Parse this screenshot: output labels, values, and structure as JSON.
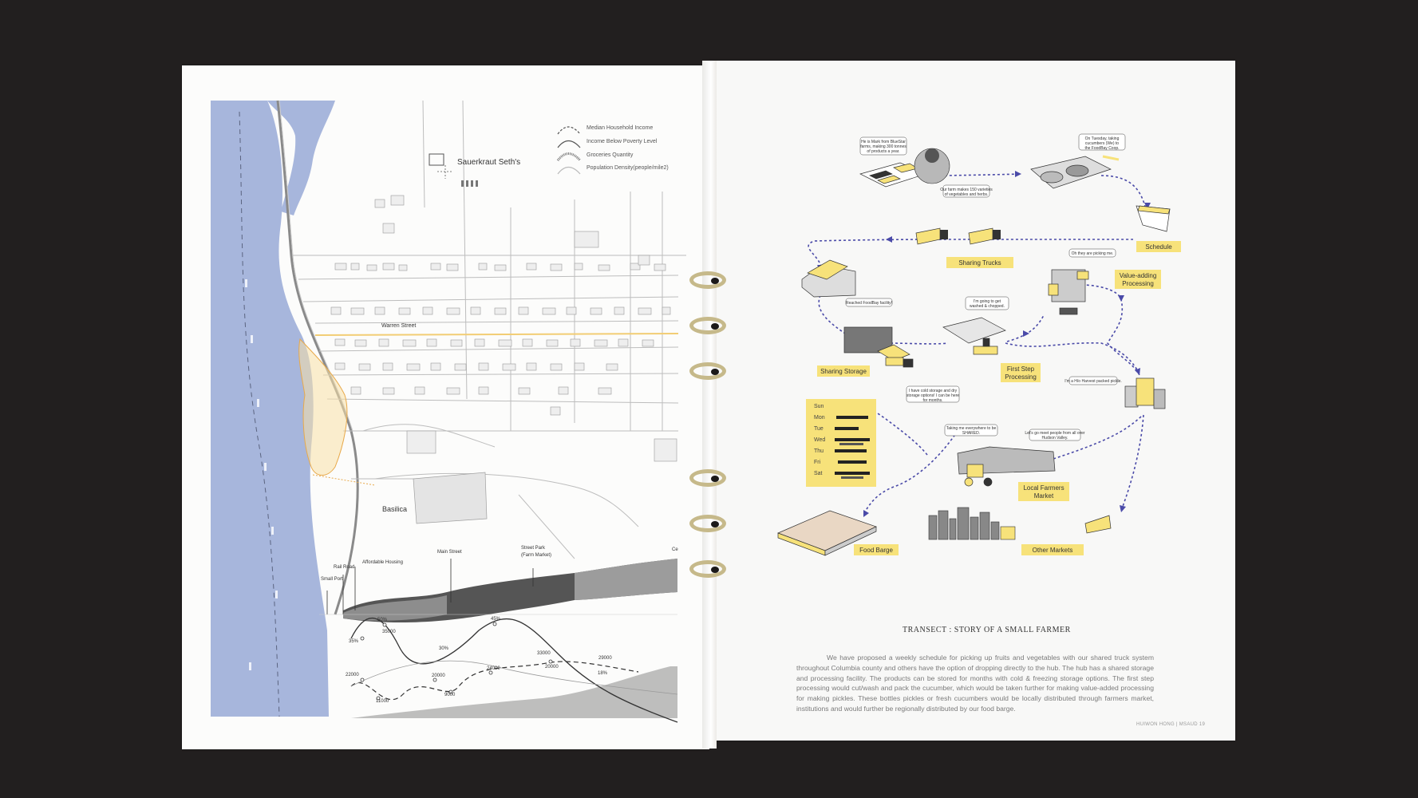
{
  "map": {
    "legend": [
      {
        "label": "Median Household Income",
        "icon": "dashed-arc-icon"
      },
      {
        "label": "Income Below Poverty Level",
        "icon": "solid-arc-icon"
      },
      {
        "label": "Groceries Quantity",
        "icon": "hatched-arc-icon"
      },
      {
        "label": "Population Density(people/mile2)",
        "icon": "light-arc-icon"
      }
    ],
    "places": {
      "sauerkraut": "Sauerkraut Seth's",
      "warren": "Warren Street",
      "basilica": "Basilica"
    },
    "transect_labels": {
      "small_port": "Small Port",
      "rail_road": "Rail Road",
      "affordable_housing": "Affordable Housing",
      "main_street": "Main Street",
      "street_park": "Street Park",
      "farm_market": "(Farm Market)",
      "cut": "Ce"
    },
    "graph_labels": {
      "p35": "35%",
      "p50": "50%",
      "p30": "30%",
      "p45": "45%",
      "p18": "18%",
      "v35000": "35000",
      "v22000": "22000",
      "v11000": "11000",
      "v20000": "20000",
      "v9000": "9000",
      "v24000": "24000",
      "v33000": "33000",
      "v29000": "29000",
      "v20000b": "20000"
    }
  },
  "story": {
    "nodes": {
      "schedule": "Schedule",
      "sharing_trucks": "Sharing Trucks",
      "value_adding_1": "Value-adding",
      "value_adding_2": "Processing",
      "sharing_storage": "Sharing Storage",
      "first_step_1": "First Step",
      "first_step_2": "Processing",
      "local_market_1": "Local Farmers",
      "local_market_2": "Market",
      "food_barge": "Food Barge",
      "other_markets": "Other Markets"
    },
    "bubbles": {
      "mark_1": "He is Mark from BlueStar",
      "mark_2": "farms, making 300 tonnes",
      "mark_3": "of products a year.",
      "farm_1": "Our farm makes 150 varieties",
      "farm_2": "of vegetables and herbs.",
      "tuesday_1": "On Tuesday, taking",
      "tuesday_2": "cucumbers (We) to",
      "tuesday_3": "the FoodBay Coop.",
      "picking": "Oh they are picking me.",
      "reached": "Reached FoodBay facility!",
      "washed_1": "I'm going to get",
      "washed_2": "washed & chopped.",
      "storage_1": "I have cold storage and dry",
      "storage_2": "storage options! I can be here",
      "storage_3": "for months.",
      "pickle": "I'm a H/o Harvest packed pickle.",
      "shared_1": "Taking me everywhere to be",
      "shared_2": "SHARED.",
      "meet_1": "Let's go meet people from all over",
      "meet_2": "Hudson Valley."
    },
    "schedule_days": [
      "Sun",
      "Mon",
      "Tue",
      "Wed",
      "Thu",
      "Fri",
      "Sat"
    ],
    "accent": "#f7e27a",
    "route_color": "#4a4aa8"
  },
  "text": {
    "title": "TRANSECT : STORY OF A SMALL FARMER",
    "paragraph": "We have proposed a weekly schedule for picking up fruits and vegetables with our shared truck system throughout Columbia county and others have the option of dropping directly to the hub. The hub has a shared storage and processing facility. The products can be stored for months with cold & freezing storage options. The first step processing would cut/wash and pack the cucumber, which would be taken further for making value-added processing for making pickles. These bottles pickles or fresh cucumbers would be locally distributed through farmers market, institutions and would further be regionally distributed by our food barge.",
    "footer": "HUIWON HONG   |   MSAUD 19"
  }
}
